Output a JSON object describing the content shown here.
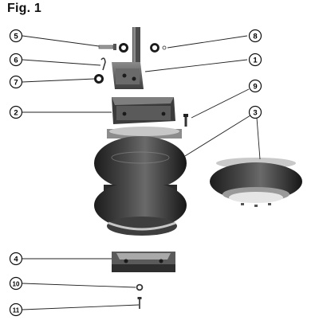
{
  "figure": {
    "title": "Fig. 1"
  },
  "callouts": [
    {
      "id": "c5",
      "label": "5"
    },
    {
      "id": "c6",
      "label": "6"
    },
    {
      "id": "c7",
      "label": "7"
    },
    {
      "id": "c2",
      "label": "2"
    },
    {
      "id": "c8",
      "label": "8"
    },
    {
      "id": "c1",
      "label": "1"
    },
    {
      "id": "c9",
      "label": "9"
    },
    {
      "id": "c3",
      "label": "3"
    },
    {
      "id": "c4",
      "label": "4"
    },
    {
      "id": "c10",
      "label": "10"
    },
    {
      "id": "c11",
      "label": "11"
    }
  ],
  "parts": [
    {
      "name": "l-bracket",
      "callout": "1"
    },
    {
      "name": "upper-plate",
      "callout": "2"
    },
    {
      "name": "air-spring-double",
      "callout": "3"
    },
    {
      "name": "air-spring-single",
      "callout": "3"
    },
    {
      "name": "lower-bracket",
      "callout": "4"
    },
    {
      "name": "bolt",
      "callout": "5"
    },
    {
      "name": "cotter-pin",
      "callout": "6"
    },
    {
      "name": "washer-left",
      "callout": "7"
    },
    {
      "name": "washer-right",
      "callout": "8"
    },
    {
      "name": "screw",
      "callout": "9"
    },
    {
      "name": "small-washer",
      "callout": "10"
    },
    {
      "name": "small-bolt",
      "callout": "11"
    }
  ],
  "colors": {
    "ink": "#1a1a1a",
    "part_dark": "#2b2b2b",
    "part_mid": "#6b6b6b",
    "part_light": "#bdbdbd"
  }
}
